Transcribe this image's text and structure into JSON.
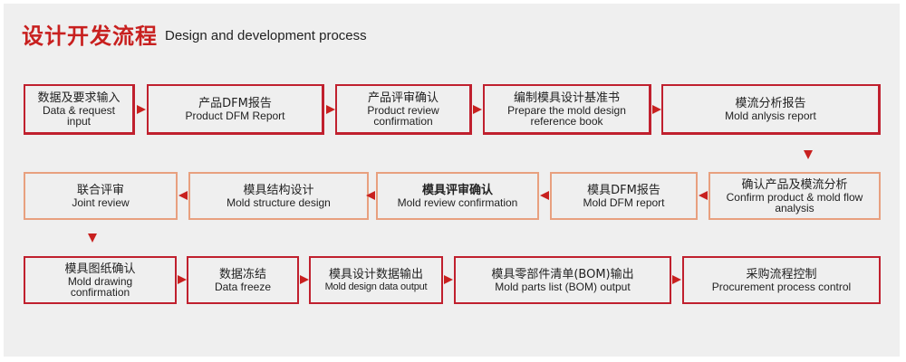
{
  "title": {
    "zh": "设计开发流程",
    "en": "Design and development process"
  },
  "steps": [
    {
      "zh": "数据及要求输入",
      "en": "Data & request input"
    },
    {
      "zh": "产品DFM报告",
      "en": "Product DFM Report"
    },
    {
      "zh": "产品评审确认",
      "en": "Product review confirmation"
    },
    {
      "zh": "编制模具设计基准书",
      "en": "Prepare the mold design reference book"
    },
    {
      "zh": "模流分析报告",
      "en": "Mold anlysis report"
    },
    {
      "zh": "确认产品及模流分析",
      "en": "Confirm product & mold flow analysis"
    },
    {
      "zh": "模具DFM报告",
      "en": "Mold DFM report"
    },
    {
      "zh": "模具评审确认",
      "en": "Mold review confirmation"
    },
    {
      "zh": "模具结构设计",
      "en": "Mold structure design"
    },
    {
      "zh": "联合评审",
      "en": "Joint review"
    },
    {
      "zh": "模具图纸确认",
      "en": "Mold drawing confirmation"
    },
    {
      "zh": "数据冻结",
      "en": "Data freeze"
    },
    {
      "zh": "模具设计数据输出",
      "en": "Mold design data output"
    },
    {
      "zh": "模具零部件清单(BOM)输出",
      "en": "Mold parts list (BOM) output"
    },
    {
      "zh": "采购流程控制",
      "en": "Procurement process control"
    }
  ],
  "colors": {
    "accent": "#c8201f",
    "row1_border": "#c0202e",
    "row2_border": "#e8a07f",
    "background": "#efefef"
  }
}
